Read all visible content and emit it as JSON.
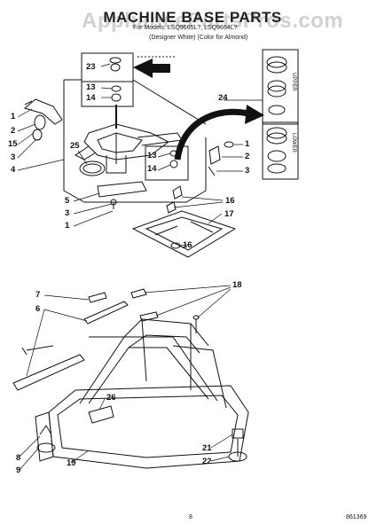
{
  "watermark": "AppliancePartsPros.com",
  "title": "MACHINE BASE PARTS",
  "subtitle_line1": "For Models: LSQ9665L?, LSQ9664L?",
  "subtitle_line2": "(Designer White) (Color for Almond)",
  "callouts": {
    "c23": "23",
    "c13a": "13",
    "c14a": "14",
    "c1a": "1",
    "c2a": "2",
    "c15": "15",
    "c3a": "3",
    "c4": "4",
    "c25": "25",
    "c13b": "13",
    "c14b": "14",
    "c24": "24",
    "c1b": "1",
    "c2b": "2",
    "c3b": "3",
    "c5": "5",
    "c3c": "3",
    "c1c": "1",
    "c16a": "16",
    "c17": "17",
    "c16b": "16",
    "c7": "7",
    "c6": "6",
    "c18": "18",
    "c26": "26",
    "c8": "8",
    "c9": "9",
    "c19": "19",
    "c21": "21",
    "c22": "22"
  },
  "box_labels": {
    "upper": "UPPER",
    "lower": "LOWER"
  },
  "footer": {
    "page": "8",
    "code": "861369"
  }
}
